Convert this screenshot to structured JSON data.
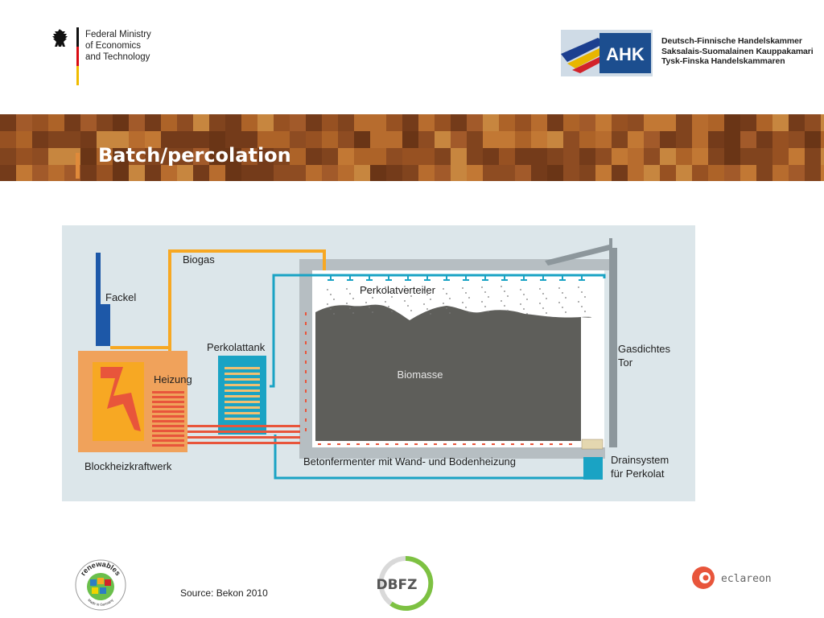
{
  "header": {
    "ministry": {
      "line1": "Federal Ministry",
      "line2": "of Economics",
      "line3": "and Technology"
    },
    "ahk": {
      "logo": "AHK",
      "line1": "Deutsch-Finnische Handelskammer",
      "line2": "Saksalais-Suomalainen Kauppakamari",
      "line3": "Tysk-Finska Handelskammaren"
    }
  },
  "slide": {
    "title": "Batch/percolation"
  },
  "diagram": {
    "labels": {
      "biogas": "Biogas",
      "fackel": "Fackel",
      "perkolattank": "Perkolattank",
      "heizung": "Heizung",
      "blockheizkraftwerk": "Blockheizkraftwerk",
      "perkolatverteiler": "Perkolatverteiler",
      "biomasse": "Biomasse",
      "gasdichtes_tor_1": "Gasdichtes",
      "gasdichtes_tor_2": "Tor",
      "betonfermenter": "Betonfermenter mit Wand- und Bodenheizung",
      "drainsystem_1": "Drainsystem",
      "drainsystem_2": "für Perkolat"
    }
  },
  "footer": {
    "renewables_text": "renewables",
    "renewables_sub": "Made in Germany",
    "source": "Source: Bekon 2010",
    "dbfz": "DBFZ",
    "eclareon": "eclareon"
  },
  "colors": {
    "pipe_orange": "#f7a823",
    "pipe_blue": "#1aa3c4",
    "biomass": "#5e5e5a",
    "heater_red": "#e8553b",
    "banner_accent": "#e08a3a"
  }
}
